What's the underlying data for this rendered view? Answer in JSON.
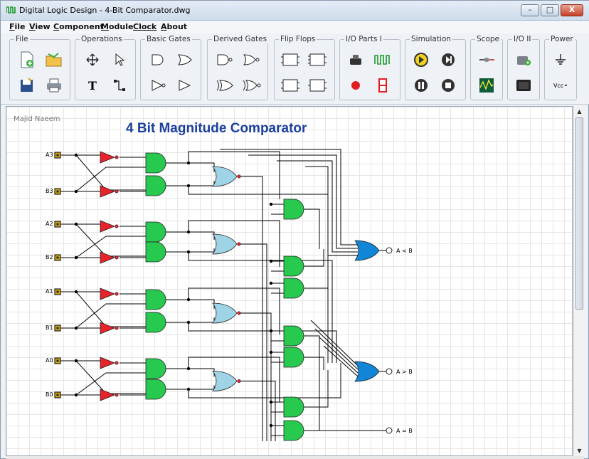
{
  "window": {
    "title": "Digital Logic Design - 4-Bit Comparator.dwg",
    "controls": {
      "minimize": "–",
      "maximize": "□",
      "close": "X"
    }
  },
  "menu": [
    {
      "key": "F",
      "rest": "ile"
    },
    {
      "key": "V",
      "rest": "iew"
    },
    {
      "key": "C",
      "rest": "omponent"
    },
    {
      "key": "M",
      "rest": "odule"
    },
    {
      "key": "",
      "rest": "Clock",
      "underline_all": true
    },
    {
      "key": "A",
      "rest": "bout"
    }
  ],
  "toolbar": {
    "groups": [
      {
        "name": "File",
        "icons": [
          "new-file-icon",
          "open-folder-icon",
          "save-icon",
          "print-icon"
        ]
      },
      {
        "name": "Operations",
        "icons": [
          "move-icon",
          "select-pointer-icon",
          "text-tool-icon",
          "wire-tool-icon"
        ]
      },
      {
        "name": "Basic Gates",
        "icons": [
          "and-gate-icon",
          "or-gate-icon",
          "buffer-gate-icon",
          "not-gate-icon"
        ]
      },
      {
        "name": "Derived Gates",
        "icons": [
          "nand-gate-icon",
          "nor-gate-icon",
          "xor-gate-icon",
          "xnor-gate-icon"
        ]
      },
      {
        "name": "Flip Flops",
        "icons": [
          "d-flipflop-icon",
          "jk-flipflop-icon",
          "sr-flipflop-icon",
          "t-flipflop-icon"
        ]
      },
      {
        "name": "I/O Parts I",
        "icons": [
          "push-button-icon",
          "clock-signal-icon",
          "led-icon",
          "seven-segment-icon"
        ]
      },
      {
        "name": "Simulation",
        "icons": [
          "play-icon",
          "step-icon",
          "pause-icon",
          "stop-icon"
        ]
      },
      {
        "name": "Scope",
        "icons": [
          "probe-icon",
          "oscilloscope-icon"
        ]
      },
      {
        "name": "I/O II",
        "icons": [
          "io-device-icon",
          "display-terminal-icon"
        ]
      },
      {
        "name": "Power",
        "icons": [
          "ground-icon",
          "vcc-icon"
        ]
      }
    ],
    "vcc_label": "Vcc"
  },
  "canvas": {
    "author": "Majid Naeem",
    "title": "4 Bit Magnitude Comparator",
    "inputs": [
      "A3",
      "B3",
      "A2",
      "B2",
      "A1",
      "B1",
      "A0",
      "B0"
    ],
    "outputs": [
      "A < B",
      "A > B",
      "A = B"
    ]
  },
  "colors": {
    "and_gate": "#27c94f",
    "or_gate": "#9fd3e6",
    "output_or": "#1185d6",
    "not_gate": "#e8222b",
    "title": "#1a3f9e",
    "input_pin": "#d4a90a"
  }
}
